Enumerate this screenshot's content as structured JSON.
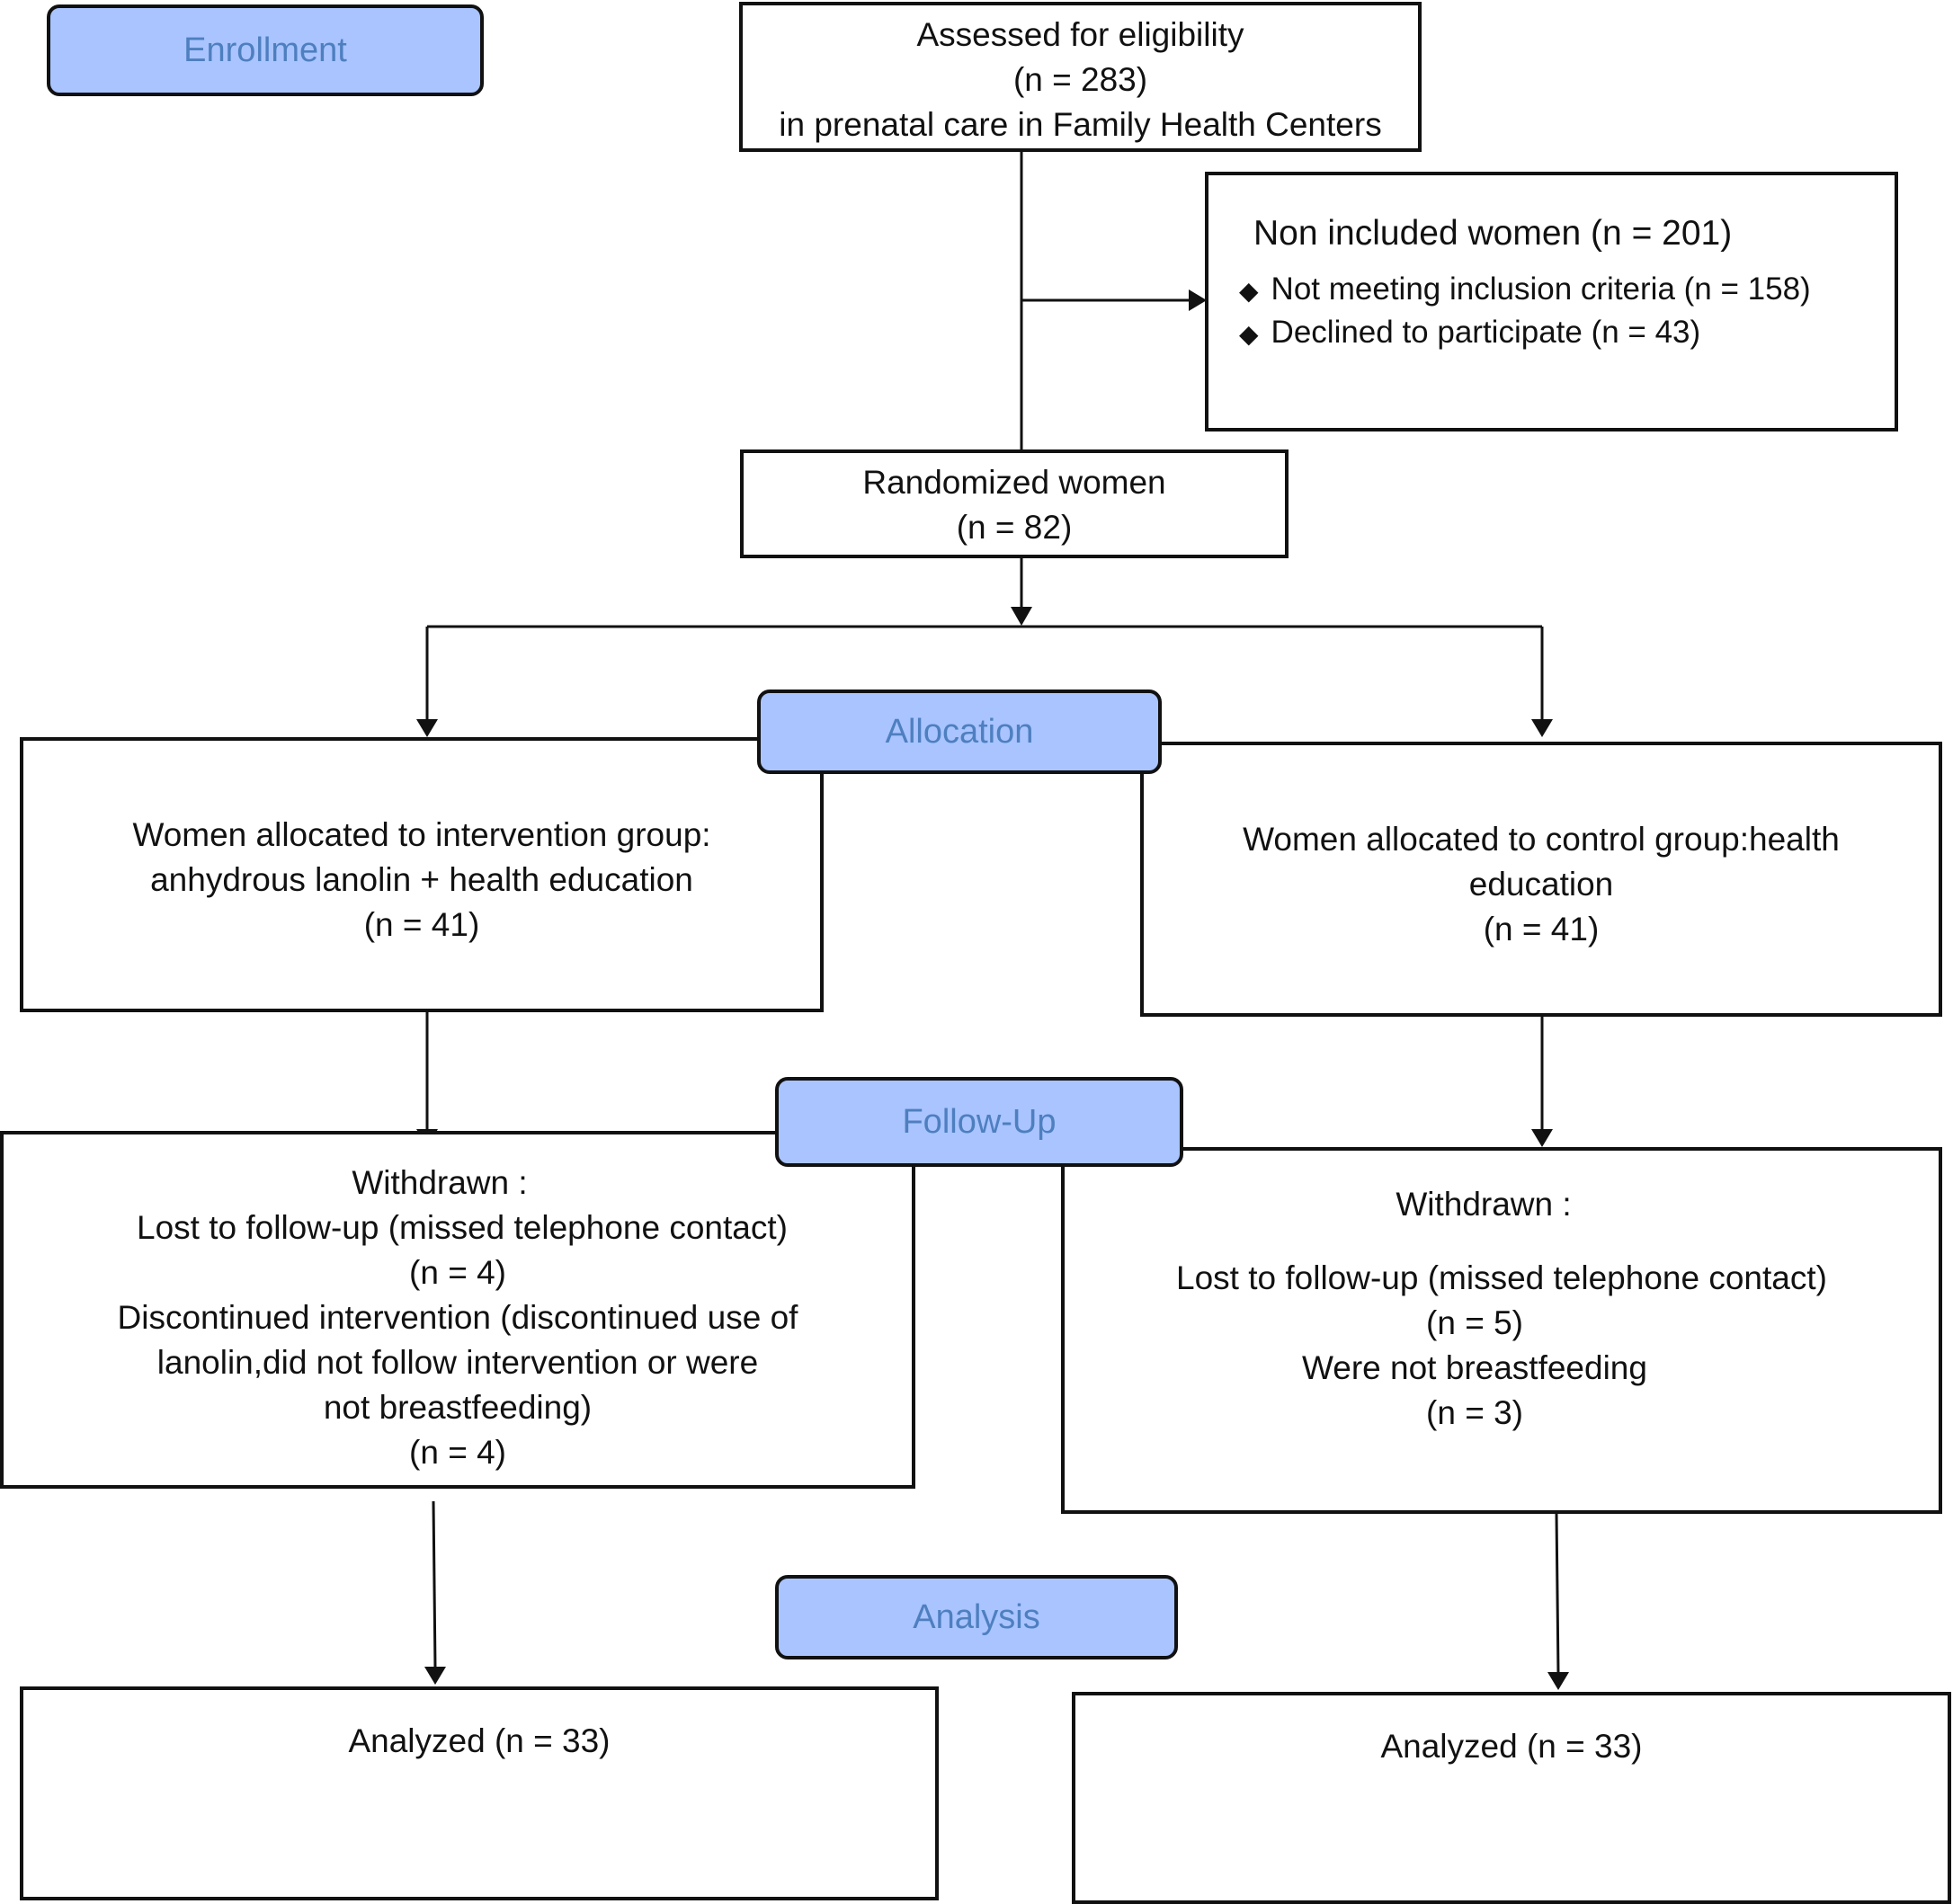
{
  "stages": {
    "enrollment": "Enrollment",
    "allocation": "Allocation",
    "followup": "Follow-Up",
    "analysis": "Analysis"
  },
  "assessed": {
    "line1": "Assessed for eligibility",
    "line2": "(n = 283)",
    "line3": "in prenatal care in Family Health Centers"
  },
  "excluded": {
    "title": "Non included women  (n = 201)",
    "bullets": [
      "Not meeting inclusion criteria (n = 158)",
      "Declined to participate (n = 43)"
    ]
  },
  "randomized": {
    "line1": "Randomized women",
    "line2": "(n = 82)"
  },
  "intervention": {
    "line1": "Women allocated to intervention group:",
    "line2": "anhydrous lanolin + health education",
    "line3": "(n = 41)"
  },
  "control": {
    "line1": "Women allocated to control  group:health",
    "line2": "education",
    "line3": "(n = 41)"
  },
  "withdrawn_intervention": {
    "line1": "Withdrawn :",
    "line2": "Lost to follow-up (missed telephone contact)",
    "line3": "(n = 4)",
    "line4": "Discontinued intervention (discontinued use of",
    "line5": "lanolin,did not follow intervention or were",
    "line6": "not breastfeeding)",
    "line7": "(n = 4)"
  },
  "withdrawn_control": {
    "line1": "Withdrawn :",
    "line2": "Lost to follow-up (missed telephone contact)",
    "line3": "(n = 5)",
    "line4": "Were not breastfeeding",
    "line5": "(n = 3)"
  },
  "analyzed_intervention": "Analyzed (n = 33)",
  "analyzed_control": "Analyzed (n = 33)"
}
